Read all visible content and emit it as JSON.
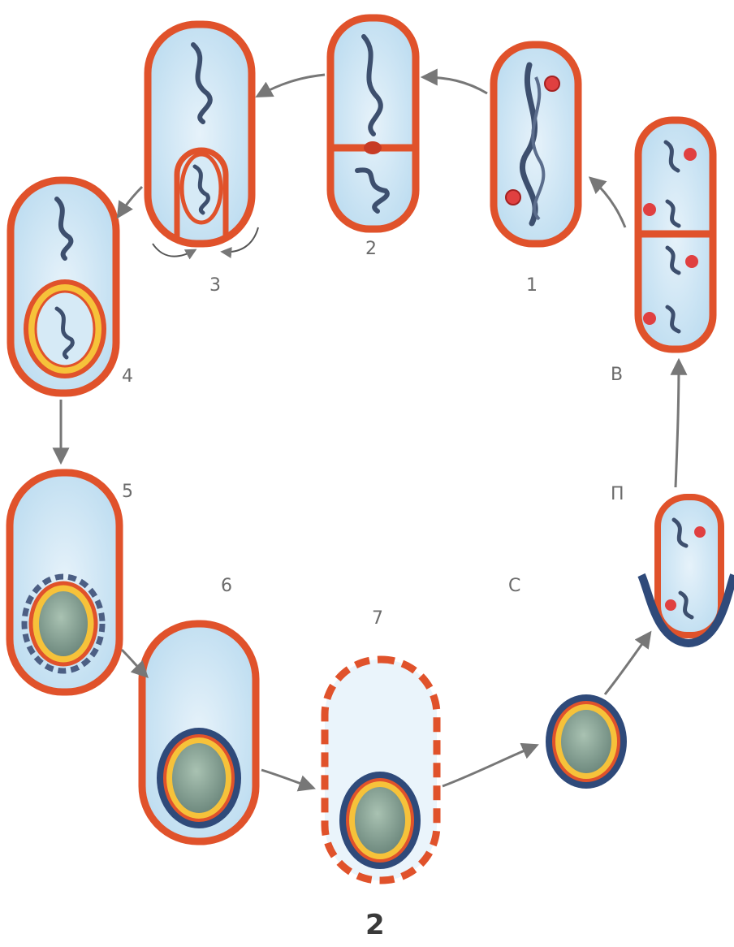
{
  "labels": {
    "stage_1": "1",
    "stage_2": "2",
    "stage_3": "3",
    "stage_4": "4",
    "stage_5": "5",
    "stage_6": "6",
    "stage_7": "7",
    "stage_v": "В",
    "stage_p": "П",
    "stage_s": "С",
    "figure_number": "2"
  },
  "colors": {
    "cell_wall": "#e0522b",
    "cytoplasm": "#cfe6f4",
    "spore_coat": "#2f4a7a",
    "cortex": "#f6c23a",
    "spore_core": "#8fa99a",
    "nucleoid": "#3d4f6e",
    "arrow": "#777777"
  }
}
